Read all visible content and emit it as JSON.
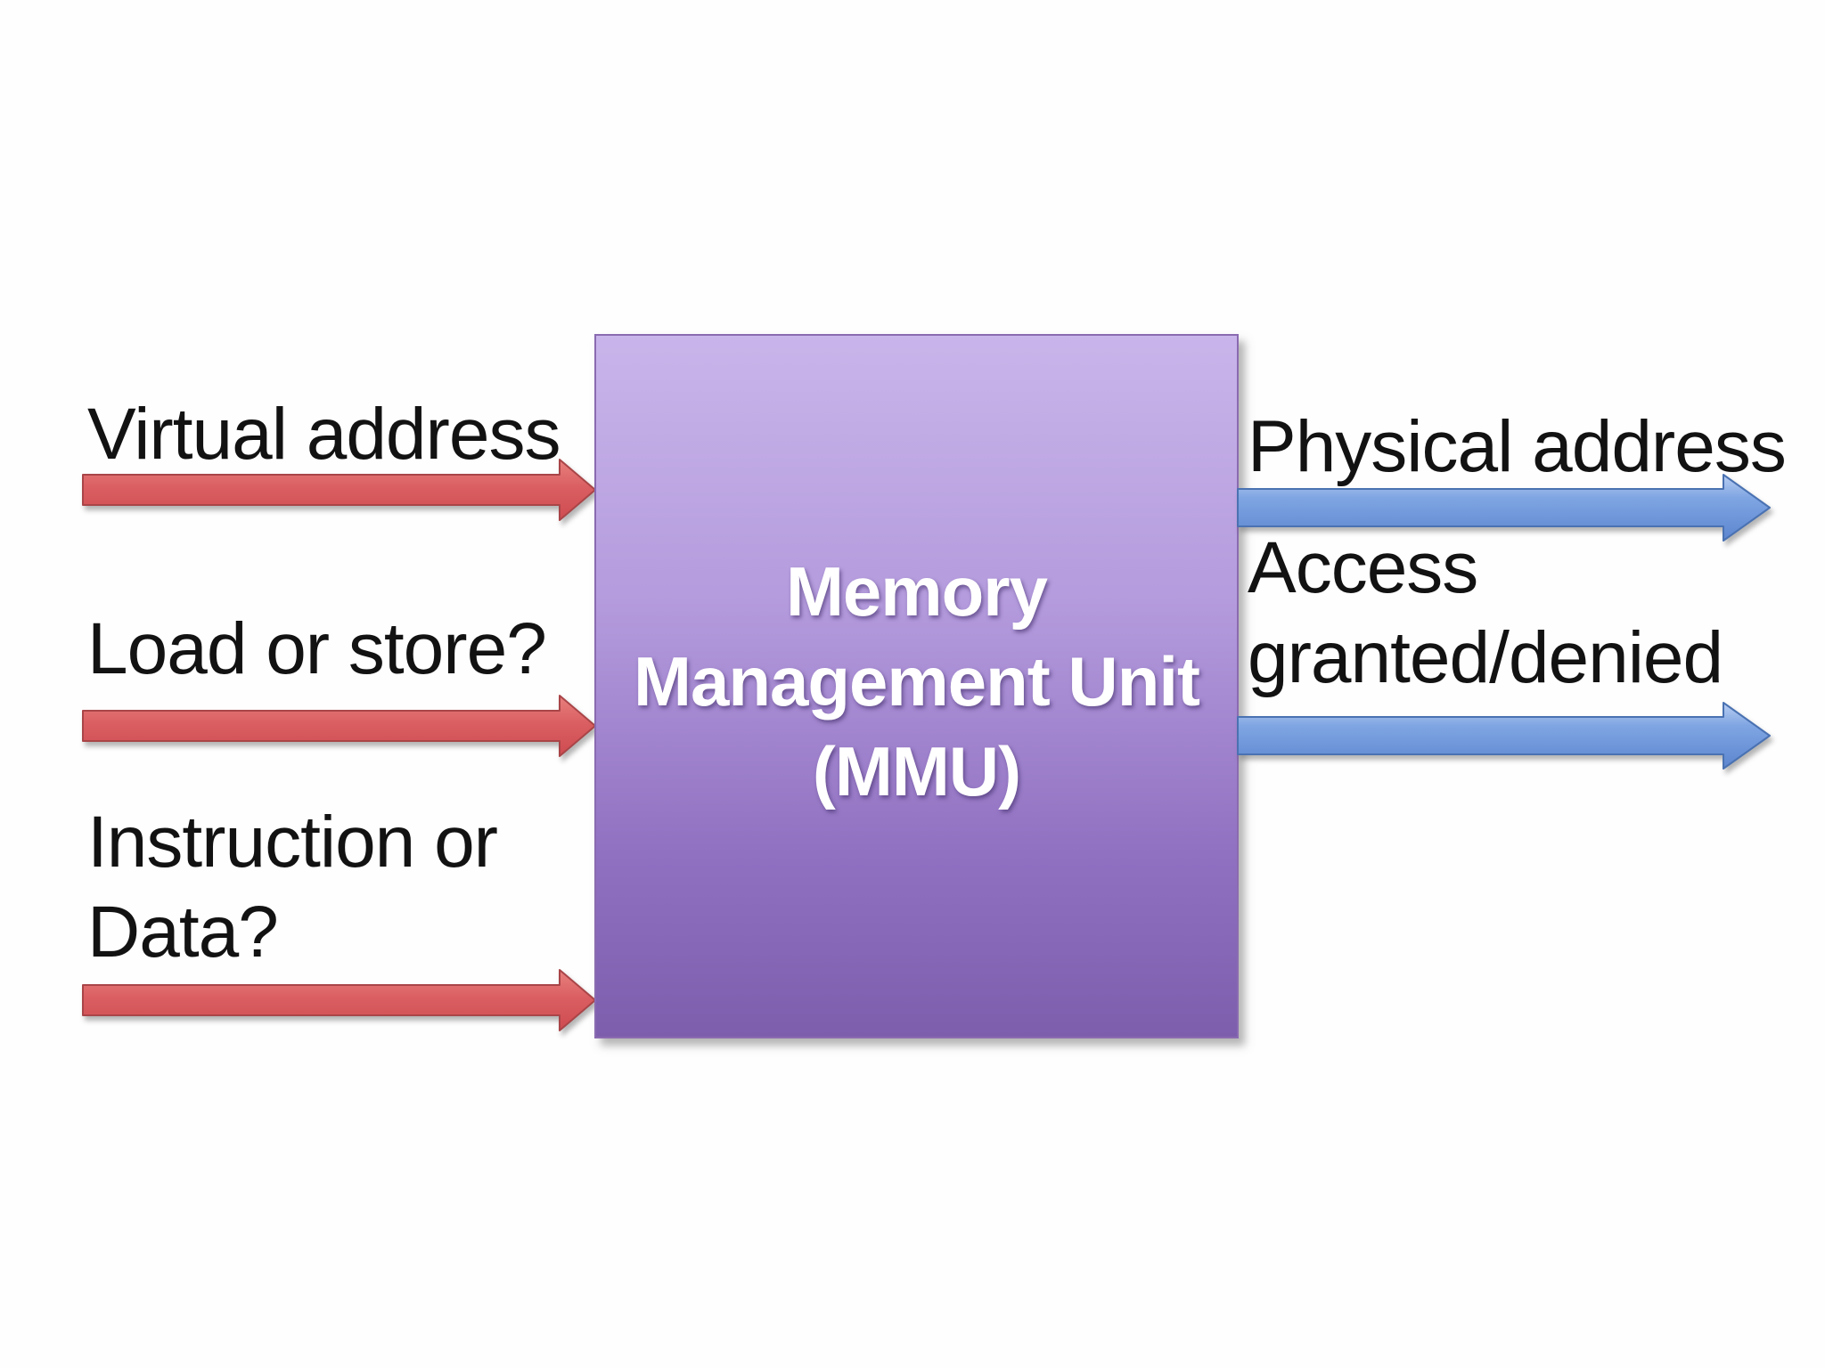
{
  "diagram": {
    "box": {
      "title_lines": [
        "Memory",
        "Management Unit",
        "(MMU)"
      ],
      "fill_top": "#c9b5ea",
      "fill_bottom": "#7d5ead",
      "border_color": "#8a6bb0",
      "title_color": "#ffffff"
    },
    "inputs": [
      {
        "id": "virtual-address",
        "line1": "Virtual address",
        "line2": ""
      },
      {
        "id": "load-or-store",
        "line1": "Load or store?",
        "line2": ""
      },
      {
        "id": "instruction-or-data",
        "line1": "Instruction or",
        "line2": "Data?"
      }
    ],
    "outputs": [
      {
        "id": "physical-address",
        "line1": "Physical address",
        "line2": ""
      },
      {
        "id": "access-granted-denied",
        "line1": "Access",
        "line2": "granted/denied"
      }
    ],
    "arrow_colors": {
      "input_fill_light": "#e47678",
      "input_fill_dark": "#ce4b50",
      "input_stroke": "#a94548",
      "output_fill_light": "#b9cef2",
      "output_fill_mid": "#7fa5e2",
      "output_fill_dark": "#5b85cf",
      "output_stroke": "#4a72b2"
    },
    "label_color": "#121212",
    "background_color": "#fefefe"
  }
}
